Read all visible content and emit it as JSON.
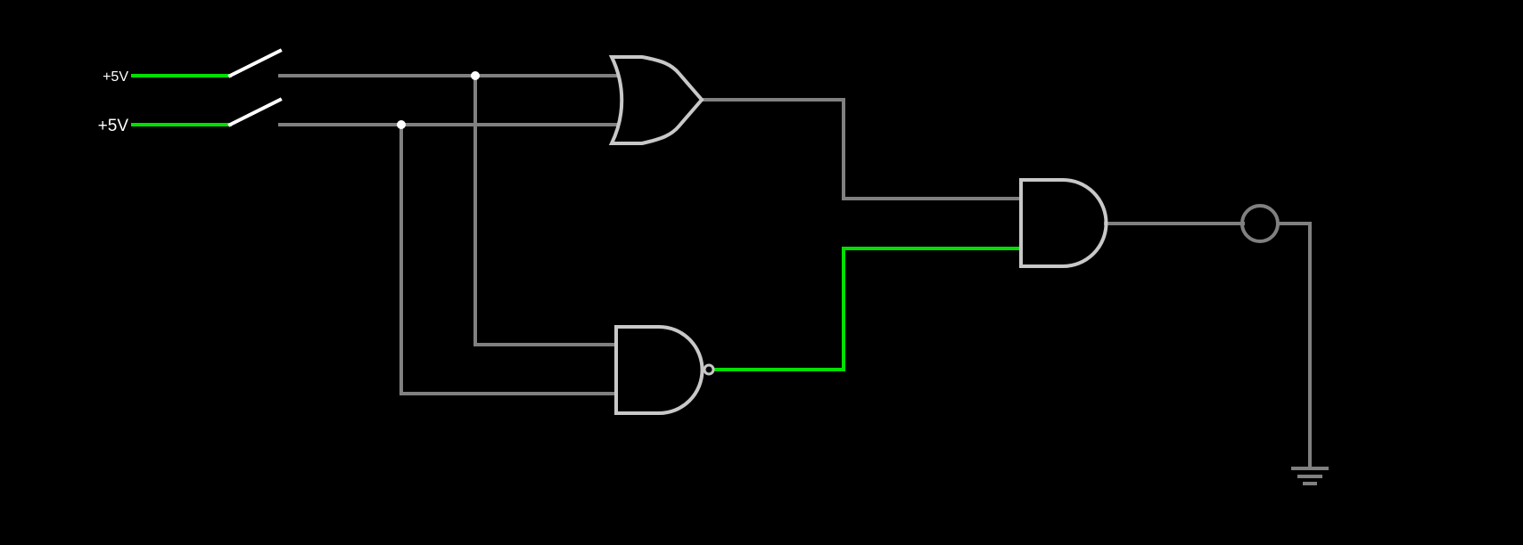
{
  "circuit": {
    "background": "#000000",
    "colors": {
      "wire_low": "#808080",
      "wire_high": "#00e000",
      "gate_outline": "#c8c8c8",
      "switch_blade": "#ffffff",
      "junction": "#ffffff",
      "label": "#ffffff"
    },
    "supplies": [
      {
        "label": "+5V",
        "state": "high"
      },
      {
        "label": "+5V",
        "state": "high"
      }
    ],
    "switches": [
      {
        "state": "open"
      },
      {
        "state": "open"
      }
    ],
    "gates": [
      {
        "type": "OR",
        "output_state": "low"
      },
      {
        "type": "NAND",
        "output_state": "high"
      },
      {
        "type": "AND",
        "output_state": "low"
      }
    ],
    "output": {
      "type": "lamp",
      "state": "off"
    },
    "ground": {
      "type": "ground"
    }
  }
}
